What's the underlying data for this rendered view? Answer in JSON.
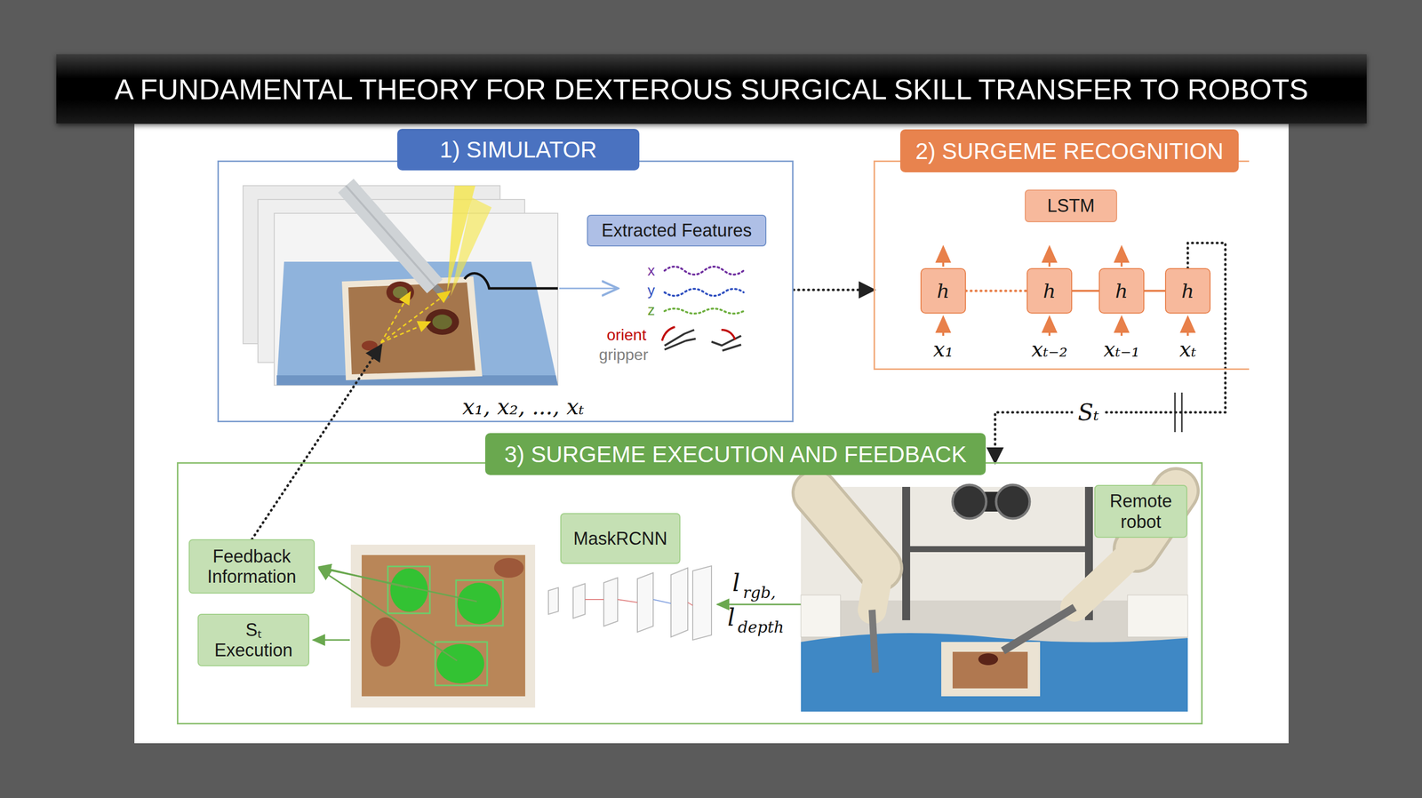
{
  "diagram": {
    "title": "A FUNDAMENTAL THEORY FOR DEXTEROUS SURGICAL SKILL TRANSFER TO ROBOTS",
    "nodes": [
      {
        "text": [
          "1) SIMULATOR"
        ]
      },
      {
        "text": [
          "Extracted Features"
        ],
        "in": 0
      },
      {
        "text": [
          "2) SURGEME RECOGNITION"
        ]
      },
      {
        "text": [
          "LSTM"
        ],
        "in": 2
      },
      {
        "text": [
          "h"
        ],
        "in": 2
      },
      {
        "text": [
          "h"
        ],
        "in": 2
      },
      {
        "text": [
          "h"
        ],
        "in": 2
      },
      {
        "text": [
          "h"
        ],
        "in": 2
      },
      {
        "text": [
          "3) SURGEME EXECUTION AND FEEDBACK"
        ]
      },
      {
        "text": [
          "Feedback Information"
        ],
        "in": 8
      },
      {
        "text": [
          "Sₜ Execution"
        ],
        "in": 8
      },
      {
        "text": [
          "MaskRCNN"
        ],
        "in": 8
      },
      {
        "text": [
          "Remote robot"
        ],
        "in": 8
      }
    ],
    "edges": [
      {
        "from": 0,
        "to": 2,
        "arrow": "to"
      },
      {
        "from": 4,
        "to": 5,
        "arrow": "none"
      },
      {
        "from": 5,
        "to": 6,
        "arrow": "none"
      },
      {
        "from": 6,
        "to": 7,
        "arrow": "none"
      },
      {
        "from": 7,
        "to": 8,
        "label": "Sₜ",
        "arrow": "to"
      },
      {
        "from": 9,
        "to": 0,
        "arrow": "to"
      }
    ],
    "labels": [
      "x",
      "y",
      "z",
      "orient",
      "gripper",
      "x₁, x₂, ..., xₜ",
      "x₁",
      "xₜ₋₂",
      "xₜ₋₁",
      "xₜ",
      "l",
      "rgb,",
      "l",
      "depth"
    ]
  }
}
